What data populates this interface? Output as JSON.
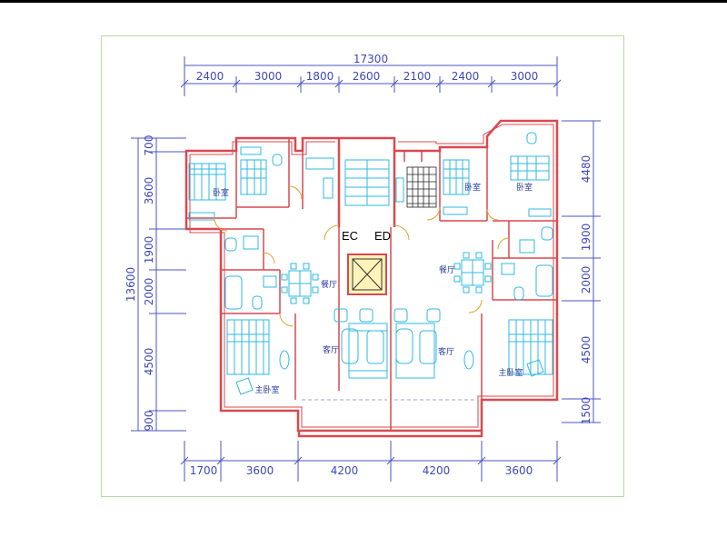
{
  "colors": {
    "wall": "#d8494f",
    "dimension": "#4b55c2",
    "furniture": "#2eb8e0",
    "door": "#e0a32e",
    "frame": "#b9d9a3"
  },
  "dimensions": {
    "top_total": "17300",
    "top": [
      "2400",
      "3000",
      "1800",
      "2600",
      "2100",
      "2400",
      "3000"
    ],
    "bottom": [
      "1700",
      "3600",
      "4200",
      "4200",
      "3600"
    ],
    "left_total": "13600",
    "left": [
      "700",
      "3600",
      "1900",
      "2000",
      "4500",
      "900"
    ],
    "right": [
      "4480",
      "1900",
      "2000",
      "4500",
      "1500"
    ]
  },
  "rooms": {
    "bedroom": "卧室",
    "dining": "餐厅",
    "living": "客厅",
    "master_bedroom": "主卧室"
  },
  "core": {
    "ec": "EC",
    "ed": "ED"
  }
}
